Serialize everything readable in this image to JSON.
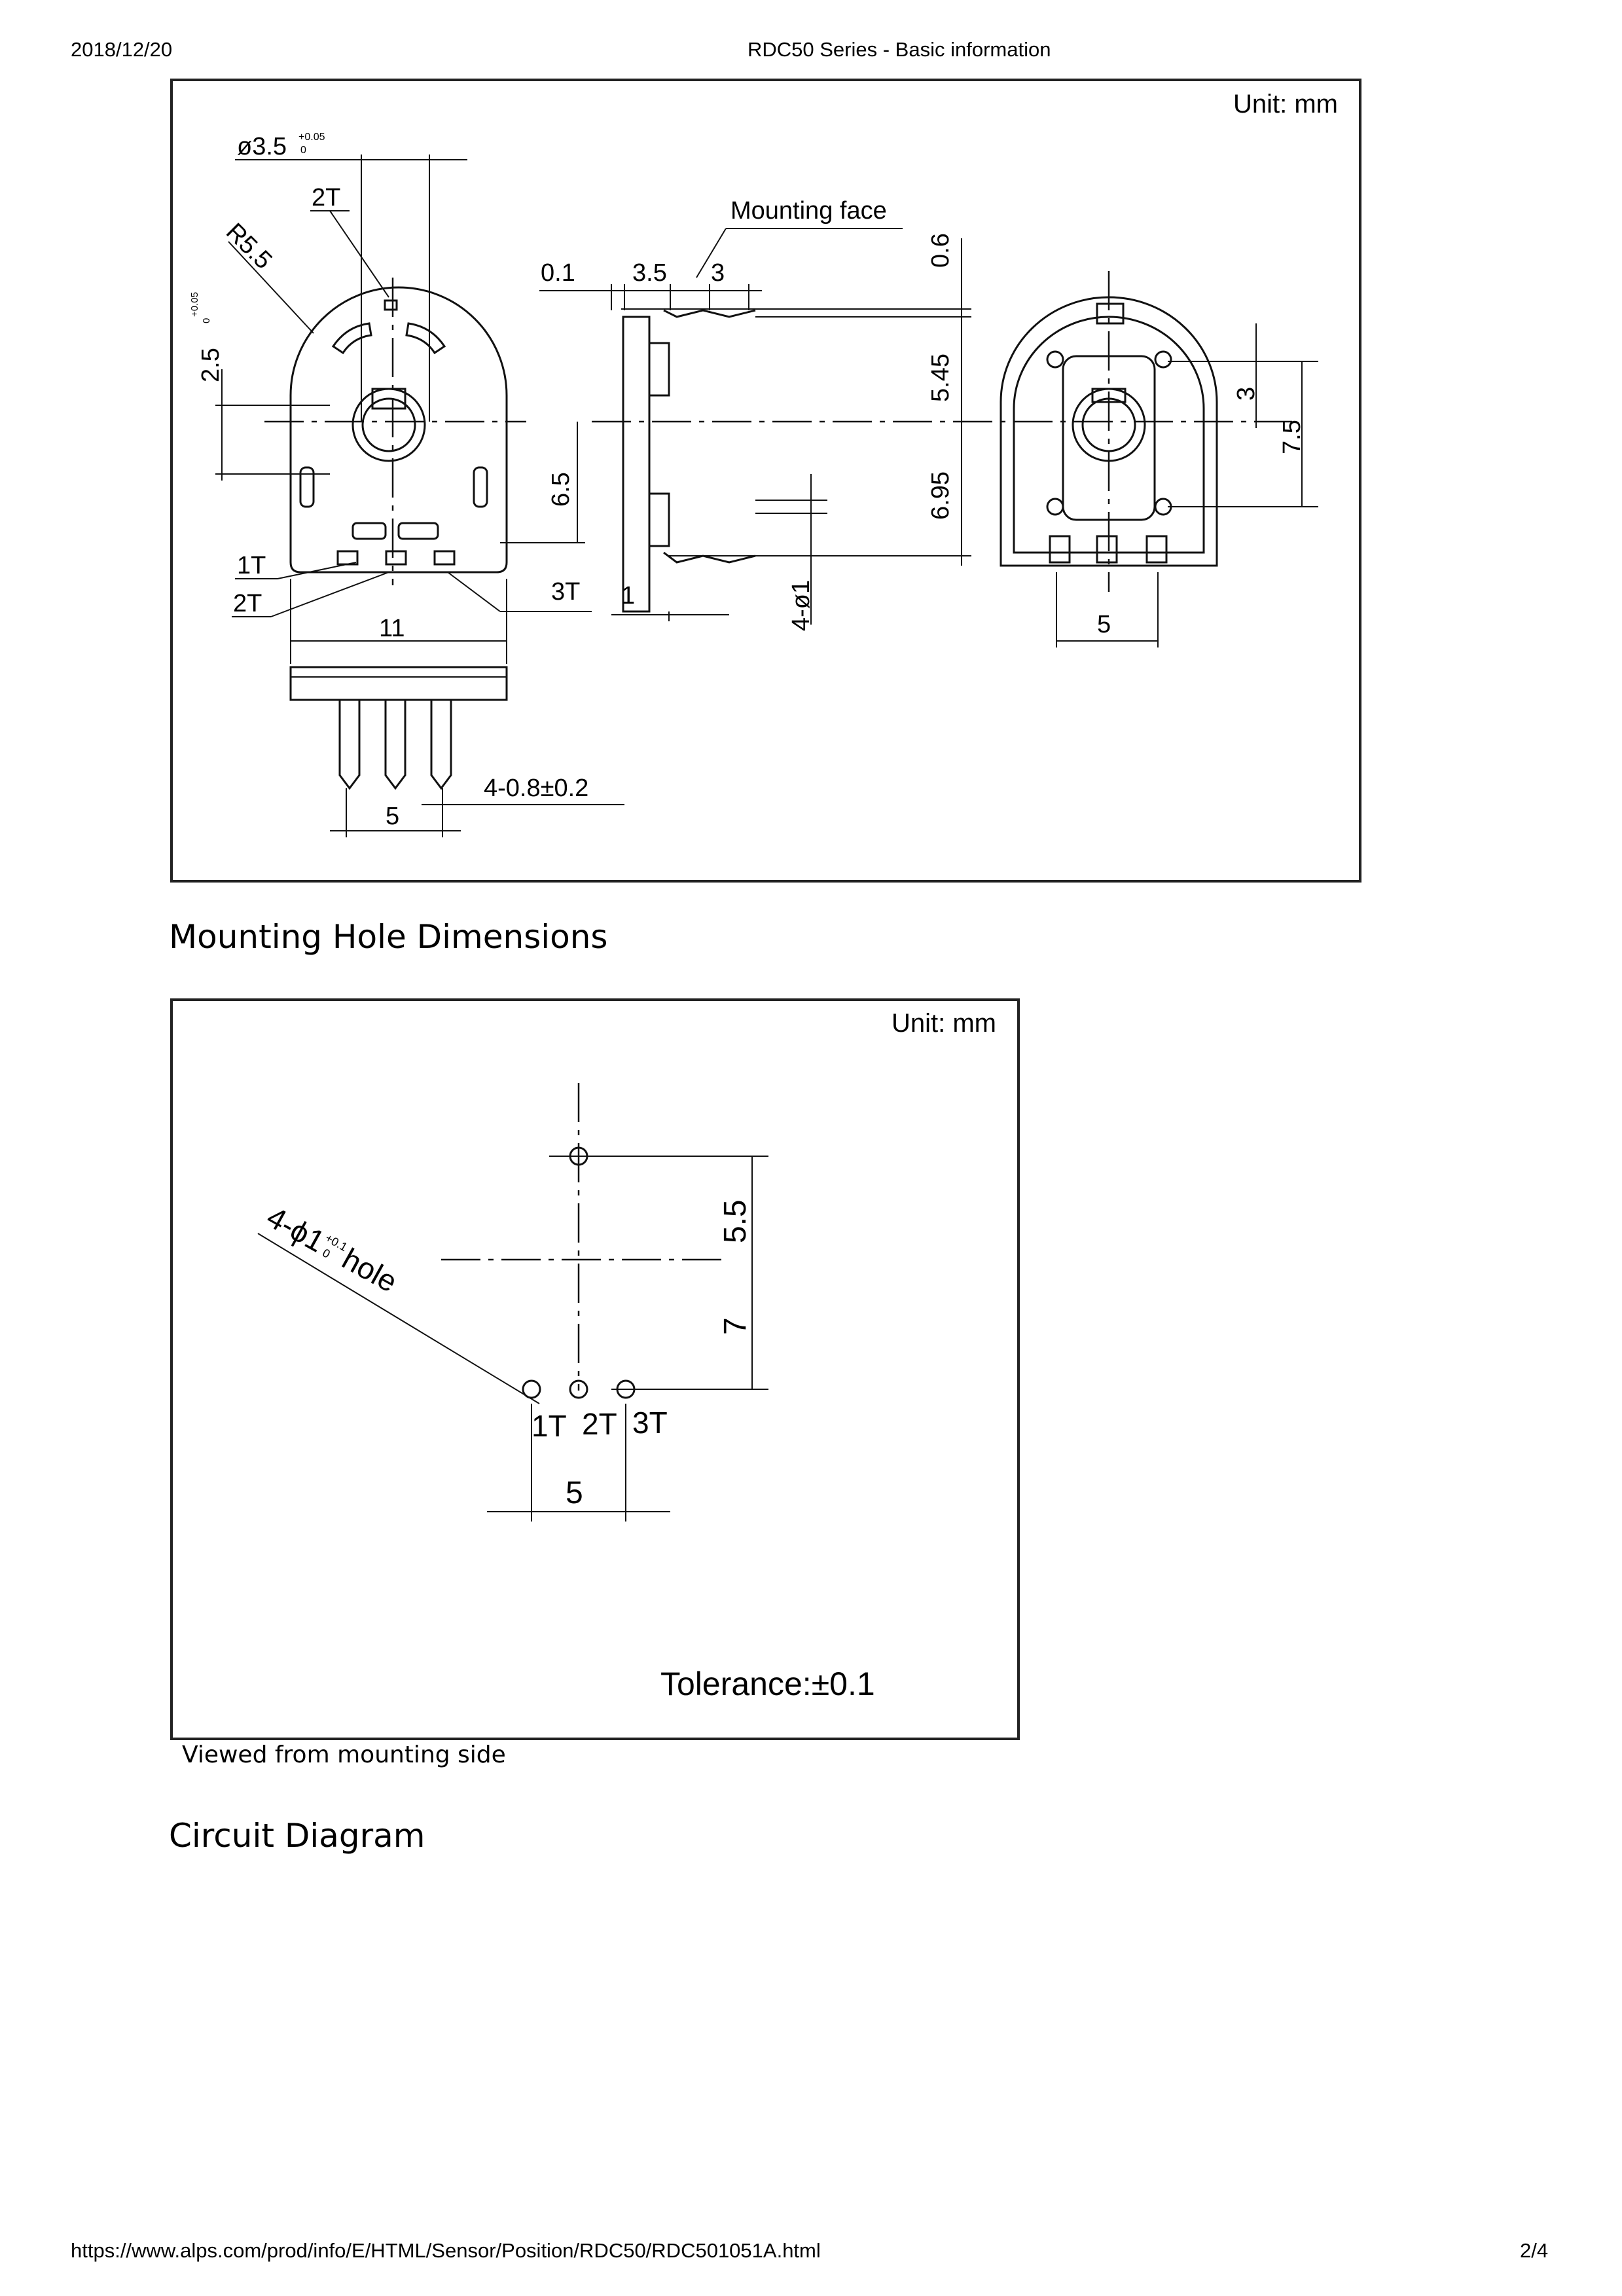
{
  "header": {
    "date": "2018/12/20",
    "title": "RDC50 Series - Basic information"
  },
  "dimension_drawing": {
    "unit_label": "Unit: mm",
    "labels": {
      "shaft_dia": "ø3.5",
      "shaft_tol_plus": "+0.05",
      "shaft_tol_zero": "0",
      "radius": "R5.5",
      "v_offset": "2.5",
      "v_tol_plus": "+0.05",
      "v_tol_zero": "0",
      "t2_top": "2T",
      "t1": "1T",
      "t2": "2T",
      "t3": "3T",
      "height_6_5": "6.5",
      "width_11": "11",
      "dim_0_1": "0.1",
      "dim_3_5": "3.5",
      "dim_3": "3",
      "mounting_face": "Mounting face",
      "dim_0_6": "0.6",
      "dim_5_45": "5.45",
      "dim_6_95": "6.95",
      "dim_1": "1",
      "pin_dia": "4-ø1",
      "right_3": "3",
      "right_7_5": "7.5",
      "right_5": "5",
      "pin_width": "4-0.8±0.2",
      "pin_pitch": "5"
    }
  },
  "mounting_section": {
    "title": "Mounting Hole Dimensions",
    "unit_label": "Unit: mm",
    "hole_label_prefix": "4-ϕ1",
    "hole_tol_plus": "+0.1",
    "hole_tol_zero": "0",
    "hole_label_suffix": "hole",
    "dim_5_5": "5.5",
    "dim_7": "7",
    "t1": "1T",
    "t2": "2T",
    "t3": "3T",
    "dim_5": "5",
    "tolerance": "Tolerance:±0.1",
    "caption": "Viewed from mounting side"
  },
  "circuit_section": {
    "title": "Circuit Diagram"
  },
  "footer": {
    "url": "https://www.alps.com/prod/info/E/HTML/Sensor/Position/RDC50/RDC501051A.html",
    "page": "2/4"
  }
}
